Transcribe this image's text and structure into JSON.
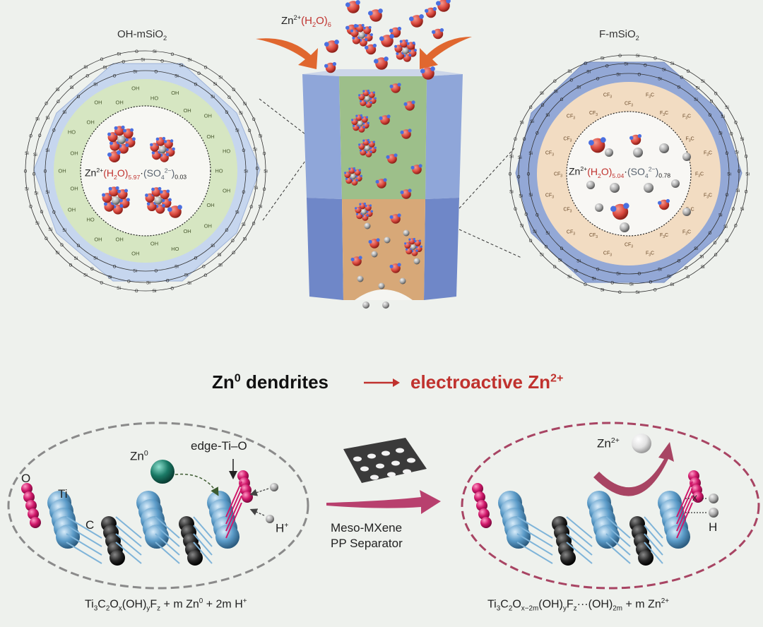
{
  "titles": {
    "left": "OH-mSiO",
    "left_sub": "2",
    "right": "F-mSiO",
    "right_sub": "2"
  },
  "hydrate_label": {
    "base": "Zn",
    "charge": "2+",
    "water": "(H",
    "water_sub": "2",
    "water_end": "O)",
    "count": "6"
  },
  "pore_labels": {
    "si": "Si",
    "o": "O",
    "oh": "OH",
    "ho": "HO",
    "cf3": "CF",
    "cf3_sub": "3",
    "f3c": "F",
    "f3c_sub": "3",
    "f3c_end": "C"
  },
  "formula_left": {
    "zn": "Zn",
    "charge": "2+",
    "water": "(H",
    "water_sub": "2",
    "water_end": "O)",
    "water_count": "5.97",
    "dot": "·",
    "sulfate": "(SO",
    "sulfate_sub": "4",
    "sulfate_charge": "2−",
    "sulfate_end": ")",
    "sulfate_count": "0.03"
  },
  "formula_right": {
    "zn": "Zn",
    "charge": "2+",
    "water": "(H",
    "water_sub": "2",
    "water_end": "O)",
    "water_count": "5.04",
    "dot": "·",
    "sulfate": "(SO",
    "sulfate_sub": "4",
    "sulfate_charge": "2−",
    "sulfate_end": ")",
    "sulfate_count": "0.78"
  },
  "headline": {
    "left": "Zn",
    "left_sup": "0",
    "left_end": " dendrites",
    "arrow": "→",
    "right": "electroactive Zn",
    "right_sup": "2+"
  },
  "mxene_left": {
    "zn0": "Zn",
    "zn0_sup": "0",
    "edge": "edge-Ti–O",
    "o": "O",
    "ti": "Ti",
    "c": "C",
    "hplus": "H",
    "hplus_sup": "+"
  },
  "mxene_right": {
    "zn2": "Zn",
    "zn2_sup": "2+",
    "x": "x",
    "h": "H"
  },
  "separator": {
    "line1": "Meso-MXene",
    "line2": "PP Separator"
  },
  "equation_left": {
    "a": "Ti",
    "a_sub": "3",
    "b": "C",
    "b_sub": "2",
    "c": "O",
    "c_sub": "x",
    "d": "(OH)",
    "d_sub": "y",
    "e": "F",
    "e_sub": "z",
    "f": " + m Zn",
    "f_sup": "0",
    "g": " + 2m H",
    "g_sup": "+"
  },
  "equation_right": {
    "a": "Ti",
    "a_sub": "3",
    "b": "C",
    "b_sub": "2",
    "c": "O",
    "c_sub": "x−2m",
    "d": "(OH)",
    "d_sub": "y",
    "e": "F",
    "e_sub": "z",
    "f": "···(OH)",
    "f_sub": "2m",
    "g": " + m Zn",
    "g_sup": "2+"
  },
  "colors": {
    "background": "#eef1ed",
    "pore_blue": "#c6d6ee",
    "pore_green": "#d6e6c2",
    "pore_orange": "#f2dcc2",
    "pore_blue_dark": "#93a8d6",
    "channel_green": "#9dbf8a",
    "channel_orange": "#d7a878",
    "channel_blue": "#8fa6d9",
    "water_red": "#d9473d",
    "hydrogen_blue": "#4a6fe0",
    "mxene_ti": "#5b9bc8",
    "mxene_c": "#1f1f1f",
    "mxene_o": "#d0186a",
    "arrow_orange": "#e0672f",
    "arrow_magenta": "#b8406e",
    "ellipse_gray": "#8a8a8a",
    "ellipse_red": "#a84463",
    "zn0_teal": "#1a7a66",
    "zn2_white": "#f4f4f4"
  }
}
